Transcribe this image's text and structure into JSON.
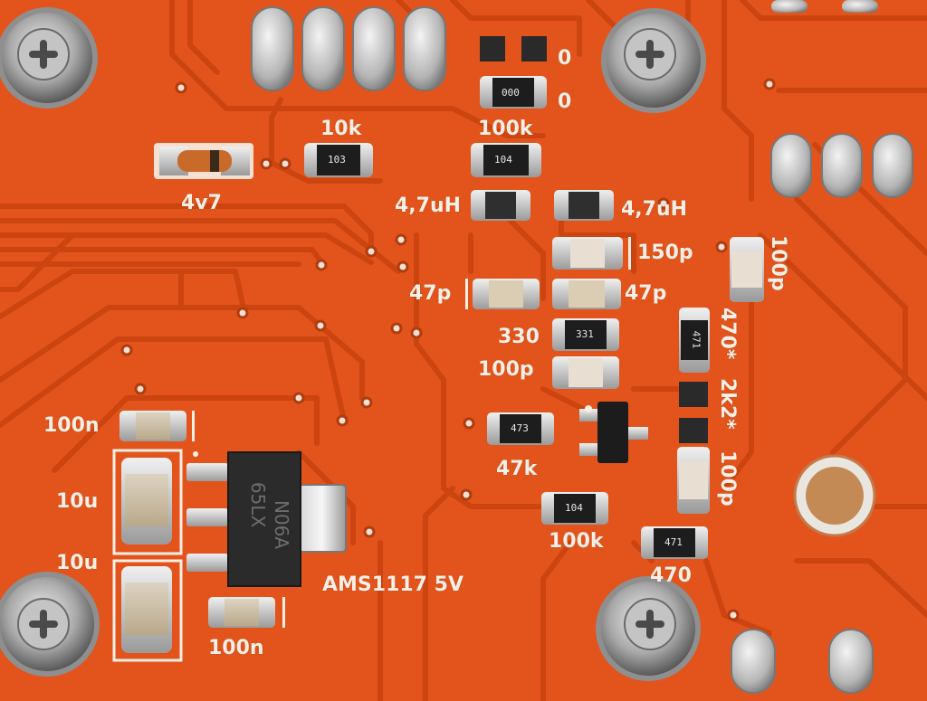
{
  "silkscreen": {
    "r_0a": "0",
    "r_0b": "0",
    "r_10k": "10k",
    "r_100k_top": "100k",
    "zener": "4v7",
    "ind_left": "4,7uH",
    "ind_right": "4,7uH",
    "c_150p": "150p",
    "c_47p_left": "47p",
    "c_47p_right": "47p",
    "c_100p_right": "100p",
    "r_330": "330",
    "c_100p_mid": "100p",
    "r_470_star": "470*",
    "r_2k2_star": "2k2*",
    "c_100p_star": "100p",
    "r_47k": "47k",
    "r_100k_bottom": "100k",
    "r_470": "470",
    "c_100n_top": "100n",
    "c_10u_a": "10u",
    "c_10u_b": "10u",
    "c_100n_bottom": "100n",
    "regulator": "AMS1117 5V"
  },
  "part_codes": {
    "r_0": "000",
    "r_10k": "103",
    "r_100k_top": "104",
    "r_330": "331",
    "r_470_star": "471",
    "r_47k": "473",
    "r_100k_bottom": "104",
    "r_470": "471"
  },
  "chip_marking": {
    "line1": "65LX",
    "line2": "N06A"
  },
  "colors": {
    "board": "#e2541c",
    "trace": "#d94a16",
    "silkscreen": "#f7efe6",
    "resistor_body": "#1d1d1d",
    "solder": "#c9c9c9",
    "capacitor_body": "#c8b89a"
  }
}
